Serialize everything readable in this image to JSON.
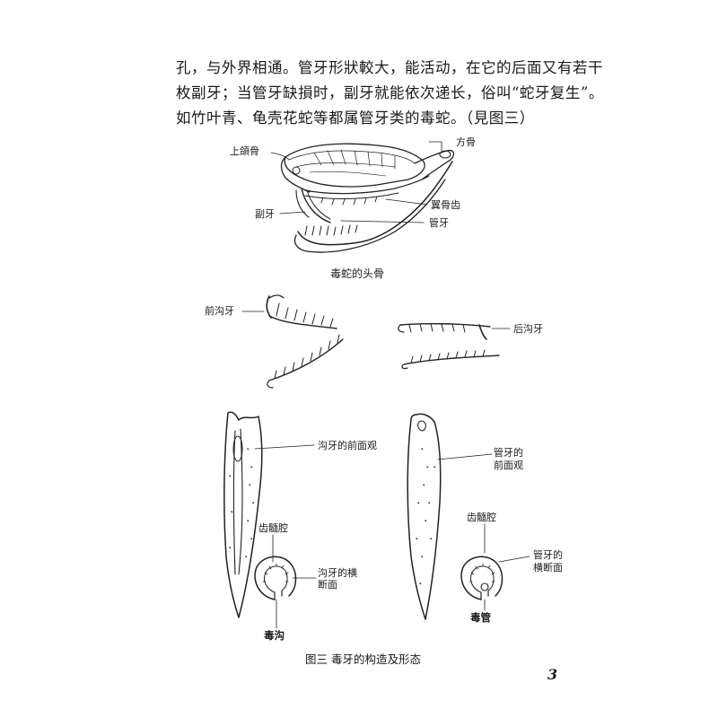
{
  "text": {
    "line1": "孔，与外界相通。管牙形狀較大，能活动，在它的后面又有若干",
    "line2": "枚副牙；当管牙缺損时，副牙就能依次递长，俗叫“蛇牙复生”。",
    "line3": "如竹叶青、龟壳花蛇等都属管牙类的毒蛇。（見图三）"
  },
  "skull": {
    "caption": "毒蛇的头骨",
    "labels": {
      "upper_jaw": "上頜骨",
      "square_bone": "方骨",
      "wing_bone_teeth": "翼骨齿",
      "secondary_fang": "副牙",
      "tube_fang": "管牙"
    }
  },
  "teeth": {
    "front_groove": "前沟牙",
    "rear_groove": "后沟牙"
  },
  "groove_fang": {
    "front_view": "沟牙的前面观",
    "pulp_cavity": "齿髓腔",
    "cross_section": "沟牙的横断面",
    "venom_groove": "毒沟"
  },
  "tube_fang": {
    "front_view_1": "管牙的",
    "front_view_2": "前面观",
    "pulp_cavity": "齿髓腔",
    "cross_section_1": "管牙的",
    "cross_section_2": "横断面",
    "venom_tube": "毒管"
  },
  "figure_caption": "图三   毒牙的构造及形态",
  "page_number": "3"
}
